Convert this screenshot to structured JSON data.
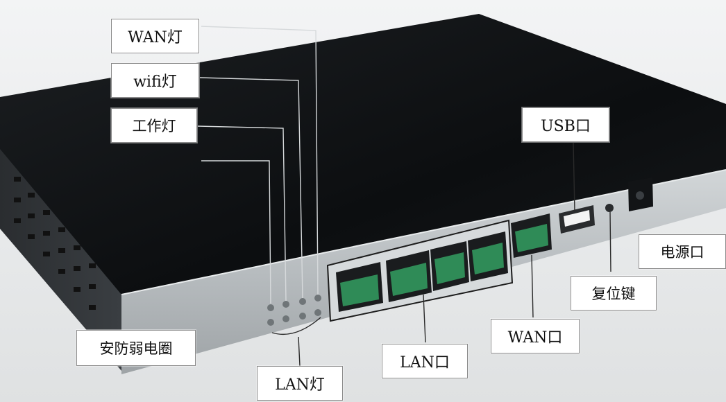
{
  "labels": {
    "wan_led": "WAN灯",
    "wifi_led": "wifi灯",
    "work_led": "工作灯",
    "lan_led": "LAN灯",
    "usb_port": "USB口",
    "power_port": "电源口",
    "reset_key": "复位键",
    "wan_port": "WAN口",
    "lan_port": "LAN口",
    "watermark": "安防弱电圈"
  },
  "colors": {
    "router_top": "#101214",
    "router_face": "#b9bec1",
    "rj45_green": "#2f8b57",
    "callout_bg": "#ffffff"
  }
}
